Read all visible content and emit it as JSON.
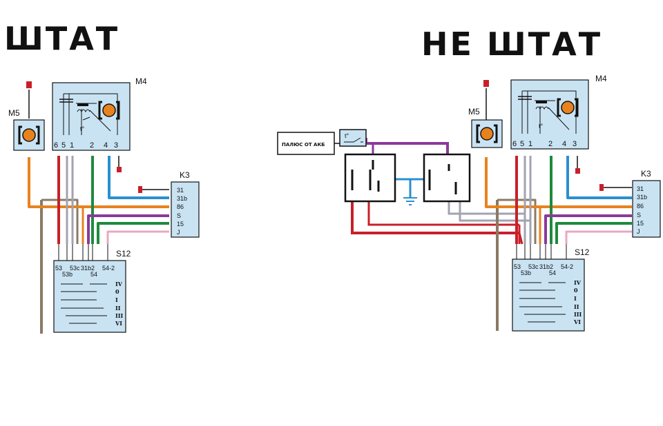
{
  "titles": {
    "left": "ШТАТ",
    "right": "НЕ ШТАТ"
  },
  "components": {
    "m4": "M4",
    "m5": "M5",
    "k3": "K3",
    "s12": "S12",
    "thermo": "t°",
    "battery_label": "ПАЛЮС ОТ АКБ"
  },
  "m4_pins": [
    "6",
    "5",
    "1",
    "2",
    "4",
    "3"
  ],
  "k3_terminals": [
    "31",
    "31b",
    "86",
    "S",
    "15",
    "J"
  ],
  "s12_terminals": [
    "53",
    "53b",
    "53c",
    "31b2",
    "54",
    "54-2"
  ],
  "s12_positions": [
    "IV",
    "0",
    "I",
    "II",
    "III",
    "VI"
  ],
  "colors": {
    "orange": "#e8821e",
    "red": "#c8202a",
    "brown": "#8a7a64",
    "grey": "#a2a2b2",
    "green": "#1e8a3c",
    "blue": "#2a8fd0",
    "purple": "#8a3a9a",
    "pink": "#e8a8c0",
    "component_fill": "#c9e3f3"
  }
}
